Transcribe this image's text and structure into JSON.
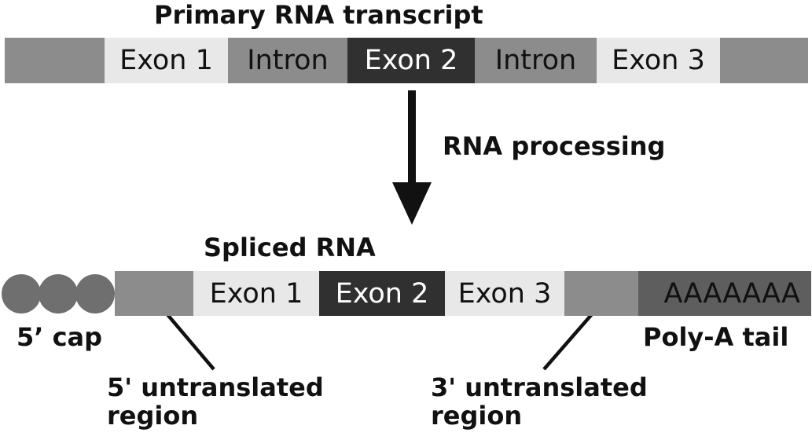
{
  "primary": {
    "title": "Primary RNA transcript",
    "segments": [
      {
        "label": "",
        "color": "#8c8c8c"
      },
      {
        "label": "Exon 1",
        "color": "#e8e8e8",
        "text": "#111111"
      },
      {
        "label": "Intron",
        "color": "#8c8c8c",
        "text": "#111111"
      },
      {
        "label": "Exon 2",
        "color": "#303030",
        "text": "#ffffff"
      },
      {
        "label": "Intron",
        "color": "#8c8c8c",
        "text": "#111111"
      },
      {
        "label": "Exon 3",
        "color": "#e8e8e8",
        "text": "#111111"
      },
      {
        "label": "",
        "color": "#8c8c8c"
      }
    ]
  },
  "process_label": "RNA processing",
  "spliced": {
    "title": "Spliced RNA",
    "cap_label": "5’ cap",
    "tail_label": "Poly-A tail",
    "segments": [
      {
        "label": "",
        "color": "#8c8c8c"
      },
      {
        "label": "Exon 1",
        "color": "#e8e8e8",
        "text": "#111111"
      },
      {
        "label": "Exon 2",
        "color": "#303030",
        "text": "#ffffff"
      },
      {
        "label": "Exon 3",
        "color": "#e8e8e8",
        "text": "#111111"
      },
      {
        "label": "",
        "color": "#8c8c8c"
      },
      {
        "label": "AAAAAAA",
        "color": "#5e5e5e",
        "text": "#111111"
      }
    ],
    "utr5_label": [
      "5' untranslated",
      "region"
    ],
    "utr3_label": [
      "3' untranslated",
      "region"
    ]
  }
}
